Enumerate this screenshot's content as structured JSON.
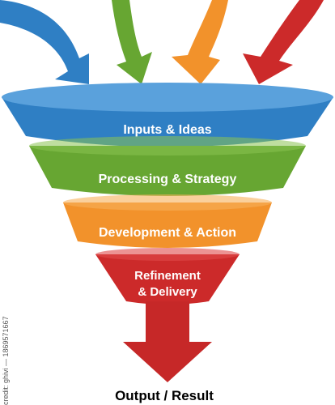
{
  "arrows": [
    {
      "name": "blue",
      "color": "#2f7fc4"
    },
    {
      "name": "green",
      "color": "#67a632"
    },
    {
      "name": "orange",
      "color": "#f2922b"
    },
    {
      "name": "red",
      "color": "#cc2a2a"
    }
  ],
  "stages": [
    {
      "label": "Inputs & Ideas",
      "color": "#2f7fc4",
      "top_color": "#5aa1dc"
    },
    {
      "label": "Processing & Strategy",
      "color": "#67a632",
      "top_color": "#8bc252"
    },
    {
      "label": "Development & Action",
      "color": "#f2922b",
      "top_color": "#f7b05a"
    },
    {
      "label_lines": [
        "Refinement",
        "& Delivery"
      ],
      "color": "#cc2a2a",
      "top_color": "#e04b4b"
    }
  ],
  "result": {
    "label": "Output / Result",
    "color": "#c62828"
  },
  "watermark": {
    "side_text": "credit: ghivi — 1869571667"
  }
}
